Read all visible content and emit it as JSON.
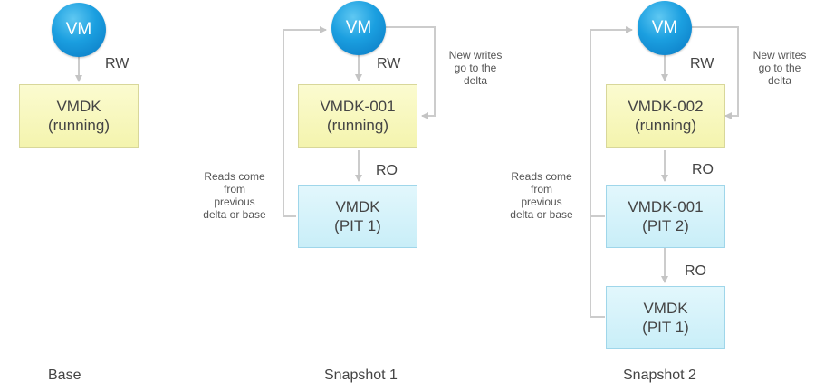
{
  "vm_label": "VM",
  "columns": [
    {
      "caption": "Base",
      "access": "RW",
      "boxes": [
        {
          "line1": "VMDK",
          "line2": "(running)"
        }
      ]
    },
    {
      "caption": "Snapshot 1",
      "access": "RW",
      "read_only": "RO",
      "boxes": [
        {
          "line1": "VMDK-001",
          "line2": "(running)"
        },
        {
          "line1": "VMDK",
          "line2": "(PIT 1)"
        }
      ],
      "writes_note": [
        "New writes",
        "go to the",
        "delta"
      ],
      "reads_note": [
        "Reads come",
        "from",
        "previous",
        "delta or base"
      ]
    },
    {
      "caption": "Snapshot 2",
      "access": "RW",
      "read_only": "RO",
      "read_only_2": "RO",
      "boxes": [
        {
          "line1": "VMDK-002",
          "line2": "(running)"
        },
        {
          "line1": "VMDK-001",
          "line2": "(PIT 2)"
        },
        {
          "line1": "VMDK",
          "line2": "(PIT 1)"
        }
      ],
      "writes_note": [
        "New writes",
        "go to the",
        "delta"
      ],
      "reads_note": [
        "Reads come",
        "from",
        "previous",
        "delta or base"
      ]
    }
  ],
  "colors": {
    "vm": "#1b9fe0",
    "running_box": "#f6f6b8",
    "pit_box": "#d3f1f9",
    "connector": "#c8c8c8"
  }
}
